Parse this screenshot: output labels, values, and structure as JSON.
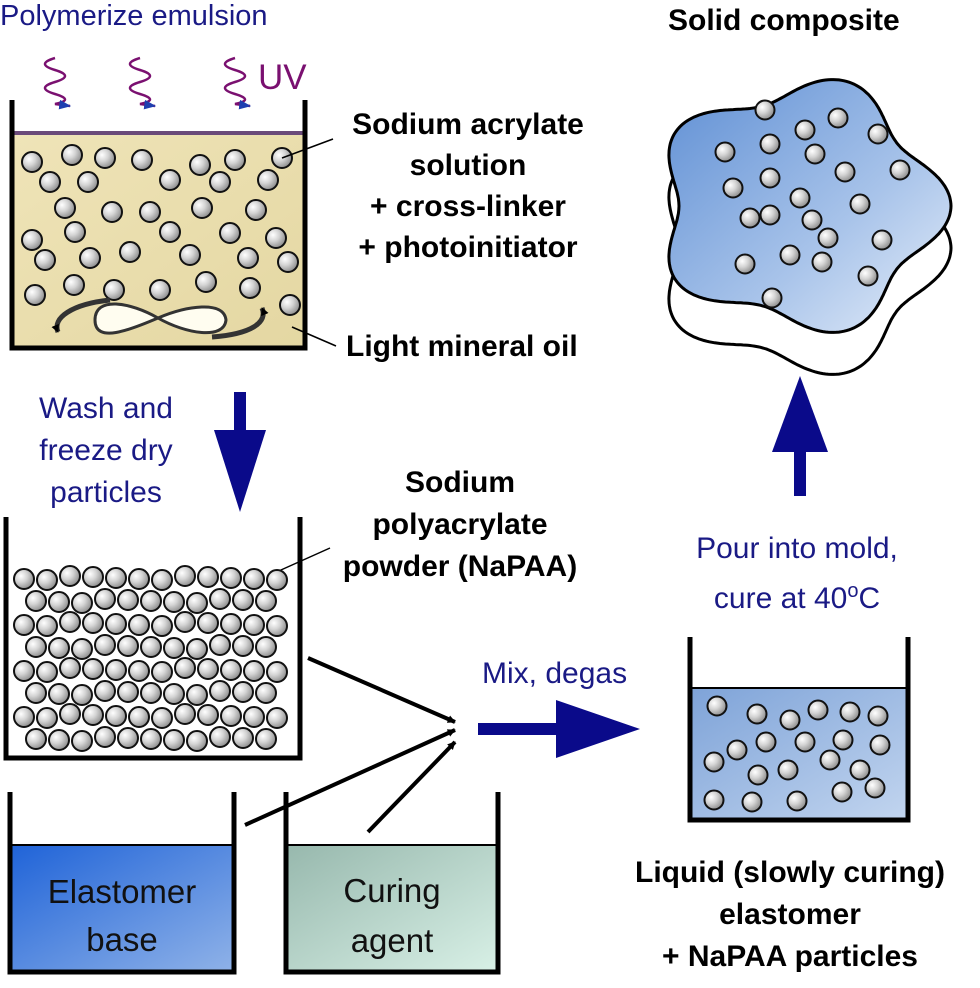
{
  "labels": {
    "polymerize": "Polymerize emulsion",
    "uv": "UV",
    "sodium_acrylate": [
      "Sodium acrylate",
      "solution",
      "+ cross-linker",
      "+ photoinitiator"
    ],
    "mineral_oil": "Light mineral oil",
    "wash": [
      "Wash and",
      "freeze dry",
      "particles"
    ],
    "napaa": [
      "Sodium",
      "polyacrylate",
      "powder (NaPAA)"
    ],
    "elastomer_base": [
      "Elastomer",
      "base"
    ],
    "curing_agent": [
      "Curing",
      "agent"
    ],
    "mix": "Mix, degas",
    "pour": [
      "Pour into mold,",
      "cure at 40"
    ],
    "pour_sup": "o",
    "pour_unit": "C",
    "solid": "Solid composite",
    "liquid": [
      "Liquid (slowly curing)",
      "elastomer",
      "+ NaPAA particles"
    ]
  },
  "colors": {
    "arrow": "#0a0a8a",
    "uv": "#7a1070",
    "oil": "#ece1b2",
    "elastomer": "#2f6fd6",
    "curing": "#b9d8c9",
    "composite": "#8fb2e4"
  }
}
